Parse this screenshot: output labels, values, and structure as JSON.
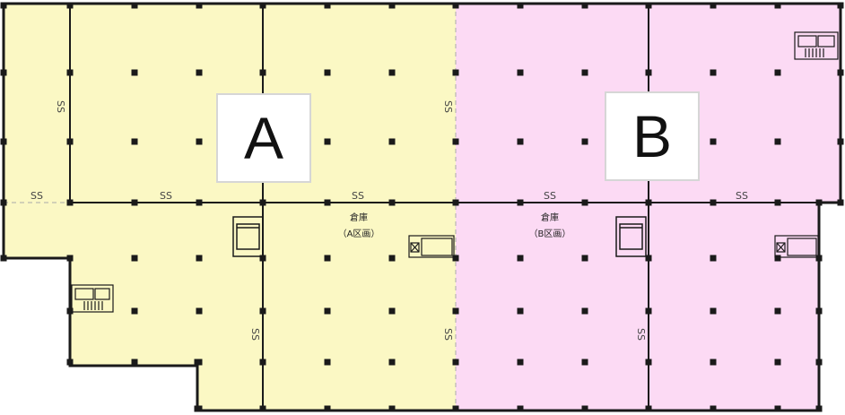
{
  "zones": {
    "a": {
      "label": "A",
      "color": "#fbf8c4"
    },
    "b": {
      "label": "B",
      "color": "#fcdaf4"
    }
  },
  "rooms": {
    "a": {
      "name": "倉庫",
      "area": "（A区画）"
    },
    "b": {
      "name": "倉庫",
      "area": "（B区画）"
    }
  },
  "markers": {
    "ss": "SS"
  },
  "colors": {
    "wall": "#1a1a1a",
    "column": "#1a1a1a",
    "dashed": "#aaaaaa"
  }
}
